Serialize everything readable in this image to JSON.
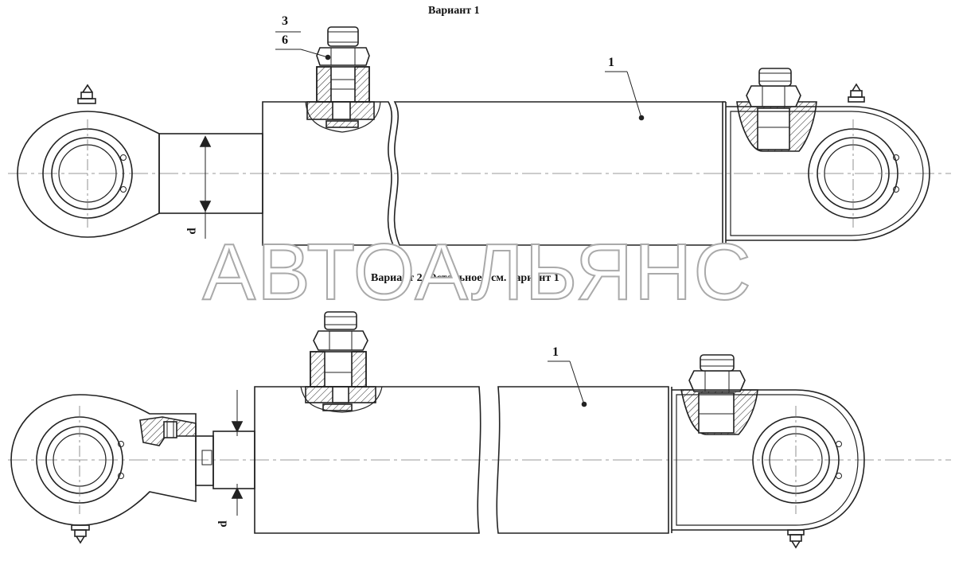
{
  "variant1": {
    "caption": "Вариант 1"
  },
  "variant2": {
    "caption": "Вариант 2. Остальное - см. вариант 1"
  },
  "callouts": {
    "item3": "3",
    "item6": "6",
    "body_v1": "1",
    "body_v2": "1"
  },
  "dimensions": {
    "rod_diameter_v1": "d",
    "rod_diameter_v2": "d"
  },
  "watermark": "АВТОАЛЬЯНС"
}
